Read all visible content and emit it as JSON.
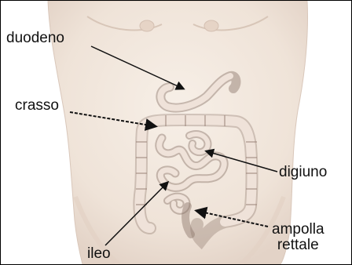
{
  "labels": {
    "duodeno": "duodeno",
    "crasso": "crasso",
    "digiuno": "digiuno",
    "ileo": "ileo",
    "ampolla_line1": "ampolla",
    "ampolla_line2": "rettale"
  },
  "colors": {
    "skin": "#f3e9df",
    "skin_shadow": "#e0d0c3",
    "intestine_fill": "#efe2d9",
    "intestine_stroke": "#8a7368",
    "text": "#111111"
  }
}
